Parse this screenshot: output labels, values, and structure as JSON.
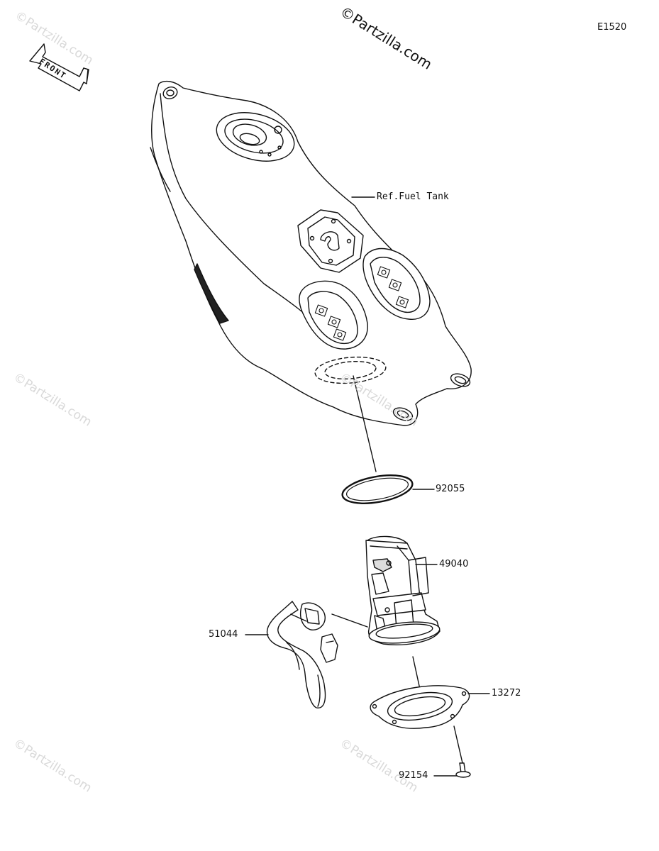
{
  "diagram_code": "E1520",
  "watermark_main": "©Partzilla.com",
  "watermark_faint": "©Partzilla.com",
  "front_label": "FRONT",
  "parts": {
    "fuel_tank": "Ref.Fuel Tank",
    "gasket": "92055",
    "pump": "49040",
    "hose": "51044",
    "plate": "13272",
    "bolt": "92154"
  }
}
